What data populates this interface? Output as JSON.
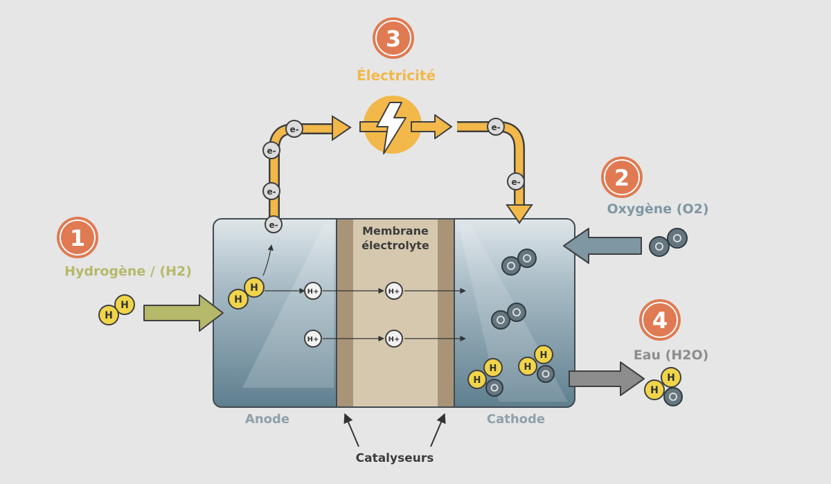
{
  "colors": {
    "background": "#e6e6e6",
    "badge": "#e07a52",
    "electricity": "#f2b84a",
    "hydrogen": "#b6b86a",
    "oxygen": "#7e97a2",
    "water": "#8d8d8d",
    "membrane": "#d6c8ae",
    "catalyst": "#a99478",
    "electrode_text": "#8ea0aa",
    "dark_text": "#3c3c3c"
  },
  "steps": [
    {
      "number": "1",
      "label": "Hydrogène / (H2)"
    },
    {
      "number": "2",
      "label": "Oxygène (O2)"
    },
    {
      "number": "3",
      "label": "Électricité"
    },
    {
      "number": "4",
      "label": "Eau (H2O)"
    }
  ],
  "cell": {
    "anode_label": "Anode",
    "cathode_label": "Cathode",
    "membrane_line1": "Membrane",
    "membrane_line2": "électrolyte",
    "catalyst_label": "Catalyseurs"
  },
  "particles": {
    "electron": "e-",
    "proton": "H+",
    "hydrogen_atom": "H"
  },
  "icons": {
    "electricity": "lightning-bolt-icon"
  }
}
